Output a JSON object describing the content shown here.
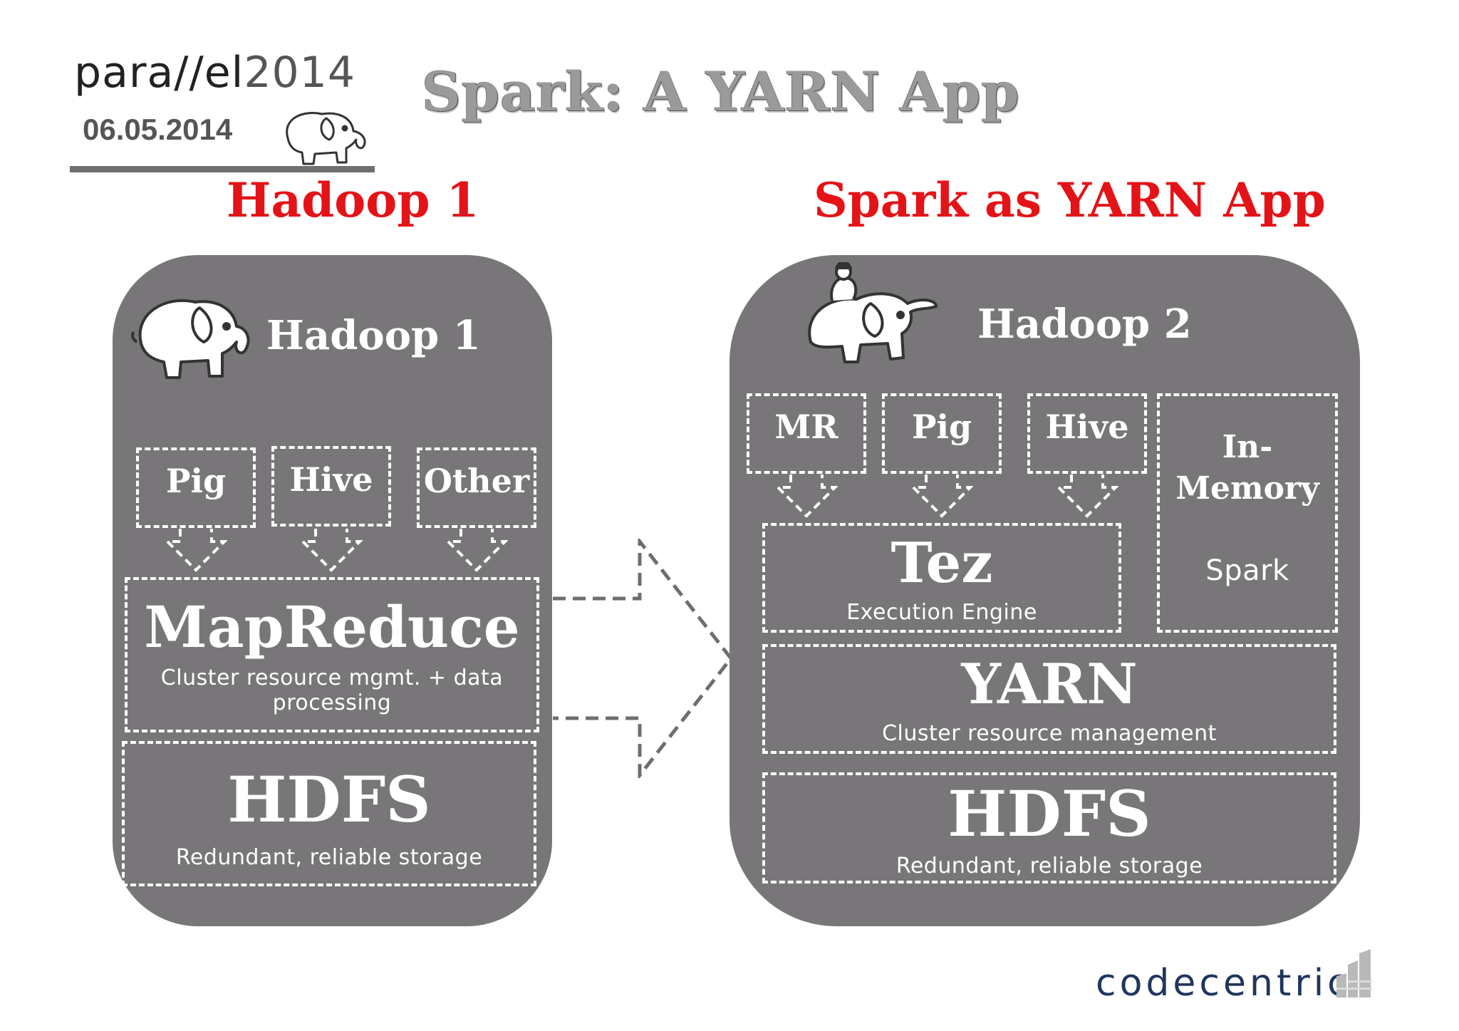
{
  "header": {
    "conference": "para//el",
    "year": "2014",
    "date": "06.05.2014",
    "title": "Spark: A YARN App"
  },
  "left": {
    "section_title": "Hadoop 1",
    "panel_title": "Hadoop 1",
    "tools": [
      "Pig",
      "Hive",
      "Other"
    ],
    "mapreduce": {
      "title": "MapReduce",
      "subtitle_line1": "Cluster resource mgmt. + data",
      "subtitle_line2": "processing"
    },
    "hdfs": {
      "title": "HDFS",
      "subtitle": "Redundant, reliable storage"
    }
  },
  "right": {
    "section_title": "Spark as YARN App",
    "panel_title": "Hadoop 2",
    "tools": [
      "MR",
      "Pig",
      "Hive"
    ],
    "inmemory": {
      "line1": "In-",
      "line2": "Memory",
      "sub": "Spark"
    },
    "tez": {
      "title": "Tez",
      "subtitle": "Execution Engine"
    },
    "yarn": {
      "title": "YARN",
      "subtitle": "Cluster resource management"
    },
    "hdfs": {
      "title": "HDFS",
      "subtitle": "Redundant, reliable storage"
    }
  },
  "footer": {
    "brand": "codecentric"
  },
  "colors": {
    "panel": "#787678",
    "accent_red": "#e41317",
    "brand_blue": "#20365f"
  },
  "icons": [
    "hadoop-elephant-icon",
    "hadoop2-elephant-rider-icon",
    "transition-arrow-icon",
    "codecentric-logo-icon"
  ]
}
